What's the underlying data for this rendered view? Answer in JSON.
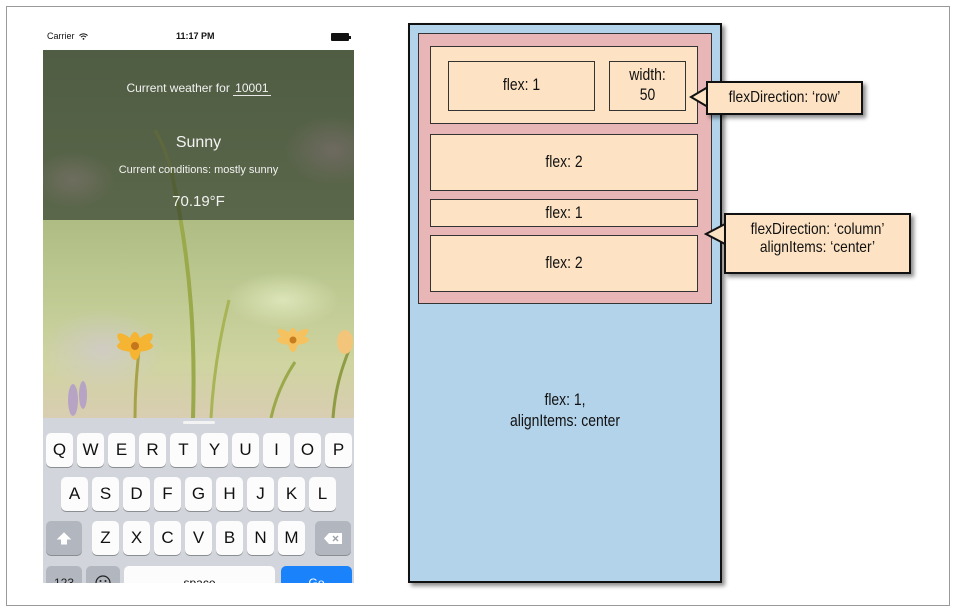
{
  "phone": {
    "status": {
      "carrier": "Carrier",
      "time": "11:17 PM"
    },
    "weather": {
      "heading_prefix": "Current weather for",
      "zip": "10001",
      "condition": "Sunny",
      "description": "Current conditions: mostly sunny",
      "temperature": "70.19°F"
    },
    "keyboard": {
      "row1": [
        "Q",
        "W",
        "E",
        "R",
        "T",
        "Y",
        "U",
        "I",
        "O",
        "P"
      ],
      "row2": [
        "A",
        "S",
        "D",
        "F",
        "G",
        "H",
        "J",
        "K",
        "L"
      ],
      "row3": [
        "Z",
        "X",
        "C",
        "V",
        "B",
        "N",
        "M"
      ],
      "numbers_label": "123",
      "space_label": "space",
      "go_label": "Go",
      "shift_icon": "shift-arrow-icon",
      "delete_icon": "delete-backspace-icon",
      "emoji_icon": "emoji-smiley-icon"
    }
  },
  "diagram": {
    "outer_label_1": "flex: 1,",
    "outer_label_2": "alignItems: center",
    "row_left_label": "flex: 1",
    "row_right_label_1": "width:",
    "row_right_label_2": "50",
    "box2_label": "flex: 2",
    "box3_label": "flex: 1",
    "box4_label": "flex: 2",
    "callout_row": "flexDirection: ‘row’",
    "callout_column_1": "flexDirection: ‘column’",
    "callout_column_2": "alignItems: ‘center’",
    "colors": {
      "outer": "#b3d3ea",
      "container": "#e9b6b8",
      "box": "#fde3c4"
    }
  }
}
